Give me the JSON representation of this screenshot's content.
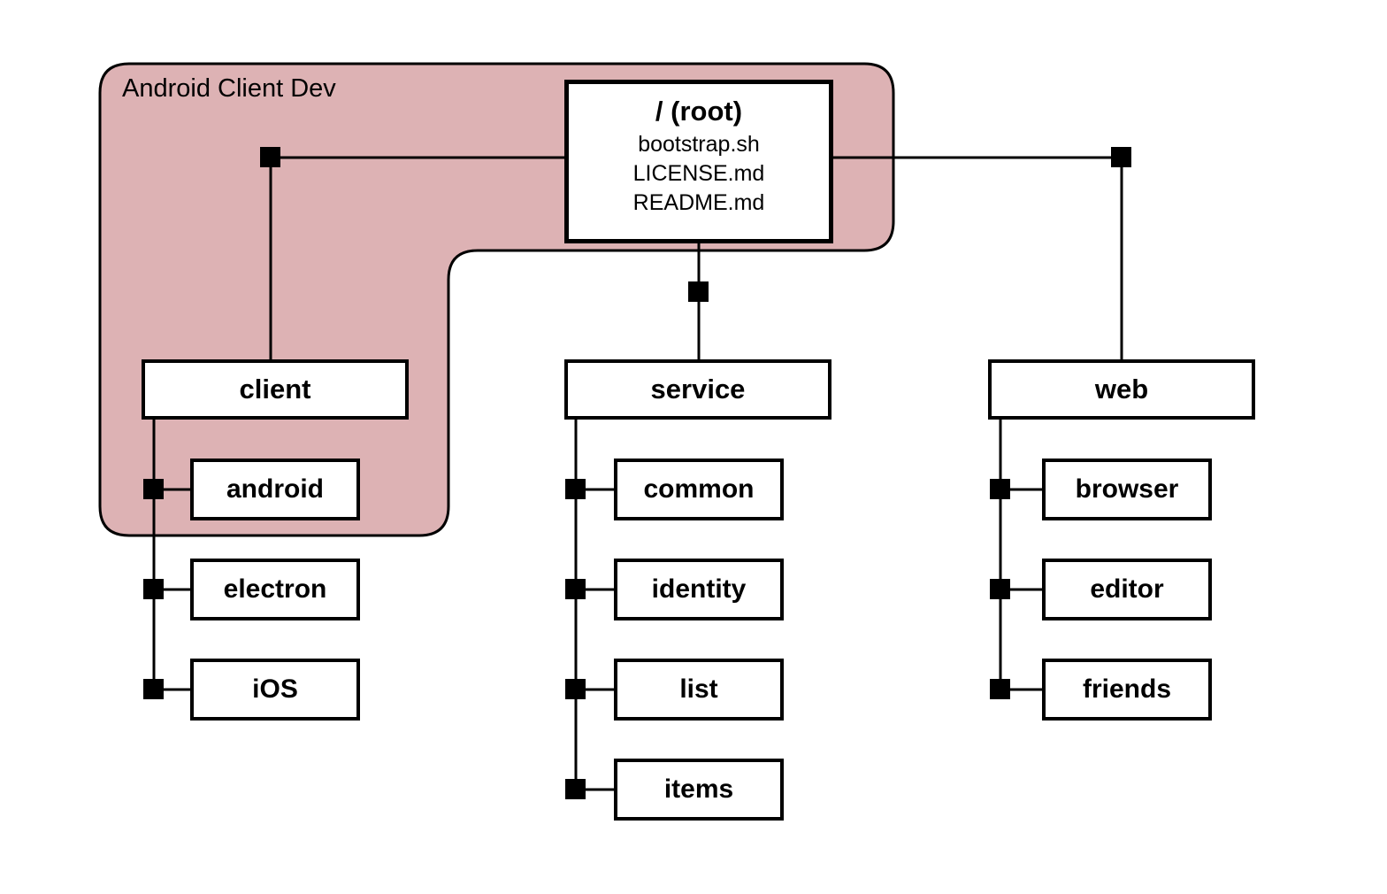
{
  "region": {
    "label": "Android Client Dev",
    "fill": "#ddb2b4",
    "border_color": "#000000"
  },
  "root": {
    "title": "/ (root)",
    "files": [
      "bootstrap.sh",
      "LICENSE.md",
      "README.md"
    ]
  },
  "branches": [
    {
      "label": "client",
      "children": [
        "android",
        "electron",
        "iOS"
      ]
    },
    {
      "label": "service",
      "children": [
        "common",
        "identity",
        "list",
        "items"
      ]
    },
    {
      "label": "web",
      "children": [
        "browser",
        "editor",
        "friends"
      ]
    }
  ]
}
